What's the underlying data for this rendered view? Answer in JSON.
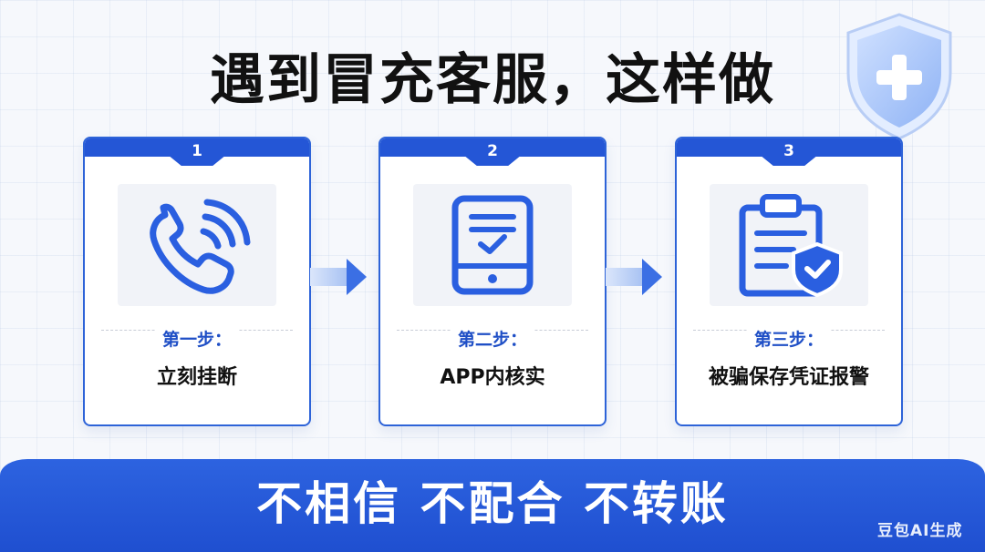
{
  "title": "遇到冒充客服，这样做",
  "steps": [
    {
      "number": "1",
      "label": "第一步：",
      "action": "立刻挂断",
      "icon": "phone-call-icon"
    },
    {
      "number": "2",
      "label": "第二步：",
      "action": "APP内核实",
      "icon": "phone-verify-icon"
    },
    {
      "number": "3",
      "label": "第三步：",
      "action": "被骗保存凭证报警",
      "icon": "clipboard-shield-icon"
    }
  ],
  "slogan": "不相信 不配合 不转账",
  "watermark": "豆包AI生成",
  "colors": {
    "primary": "#2456d6",
    "accent": "#1f4fc6",
    "icon": "#2a5fe0"
  }
}
